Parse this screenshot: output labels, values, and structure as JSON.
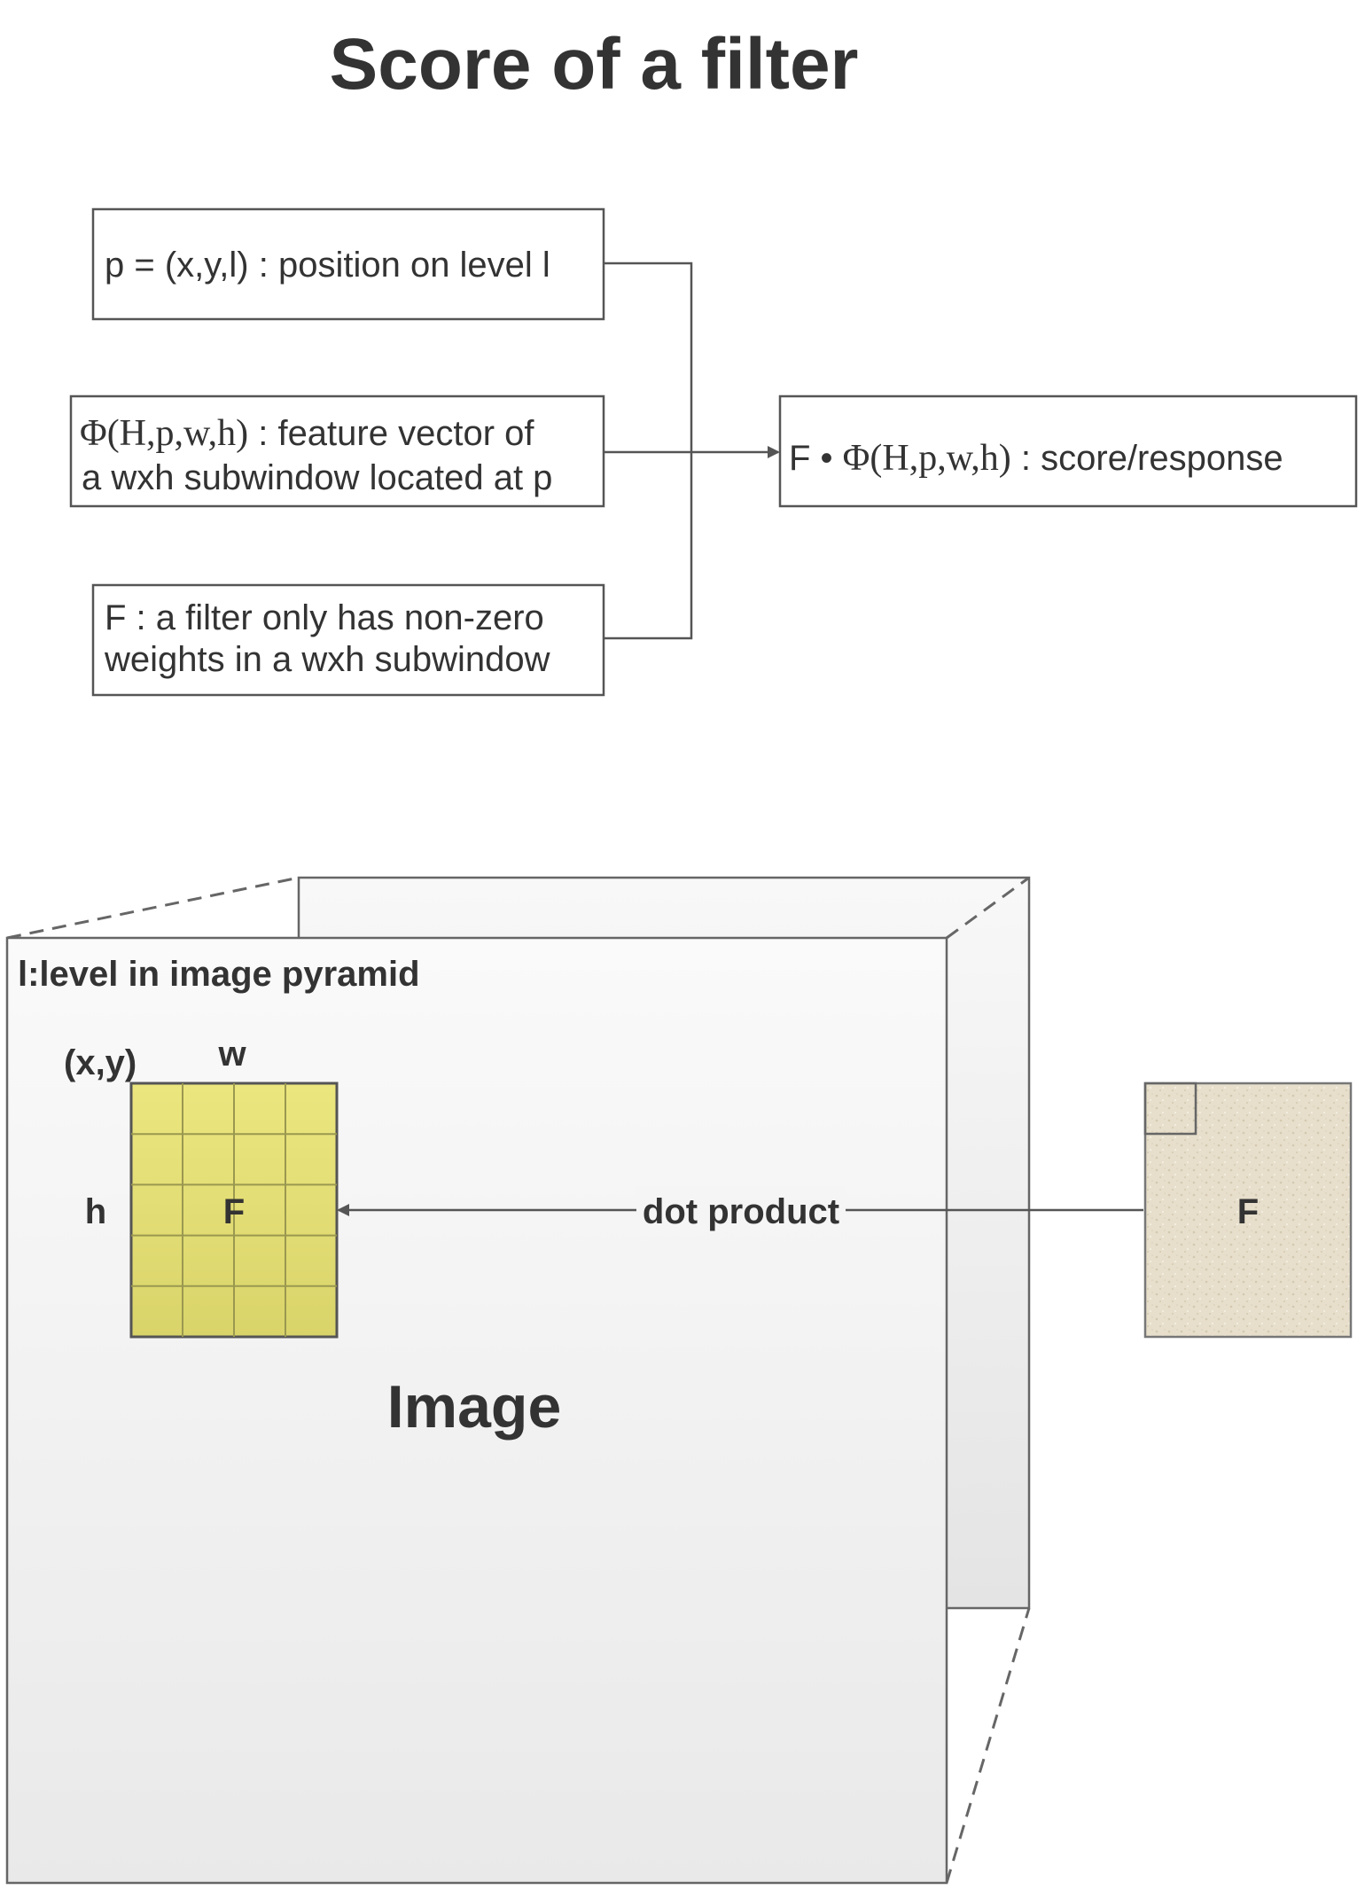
{
  "title": "Score of a filter",
  "definitions": {
    "position": "p = (x,y,l) : position on level l",
    "feature_phi": "Φ(H,p,w,h)",
    "feature_rest1": " : feature vector of",
    "feature_line2": "a wxh subwindow located at p",
    "filter_line1": "F : a filter only has non-zero",
    "filter_line2": "weights in a wxh subwindow"
  },
  "result": {
    "prefix": "F • ",
    "phi": "Φ(H,p,w,h)",
    "suffix": " : score/response"
  },
  "pyramid": {
    "level_label": "l:level in image pyramid",
    "xy_label": "(x,y)",
    "w_label": "w",
    "h_label": "h",
    "filter_in_image": "F",
    "image_label": "Image",
    "dot_product_label": "dot product",
    "filter_label": "F"
  },
  "colors": {
    "line": "#555555",
    "filter_grid_fill": "#e6e07a",
    "filter_texture_fill": "#e8e0cc",
    "panel_back": "#eeeeee",
    "panel_front": "#f2f2f2"
  },
  "filter_grid": {
    "rows": 5,
    "cols": 4
  }
}
